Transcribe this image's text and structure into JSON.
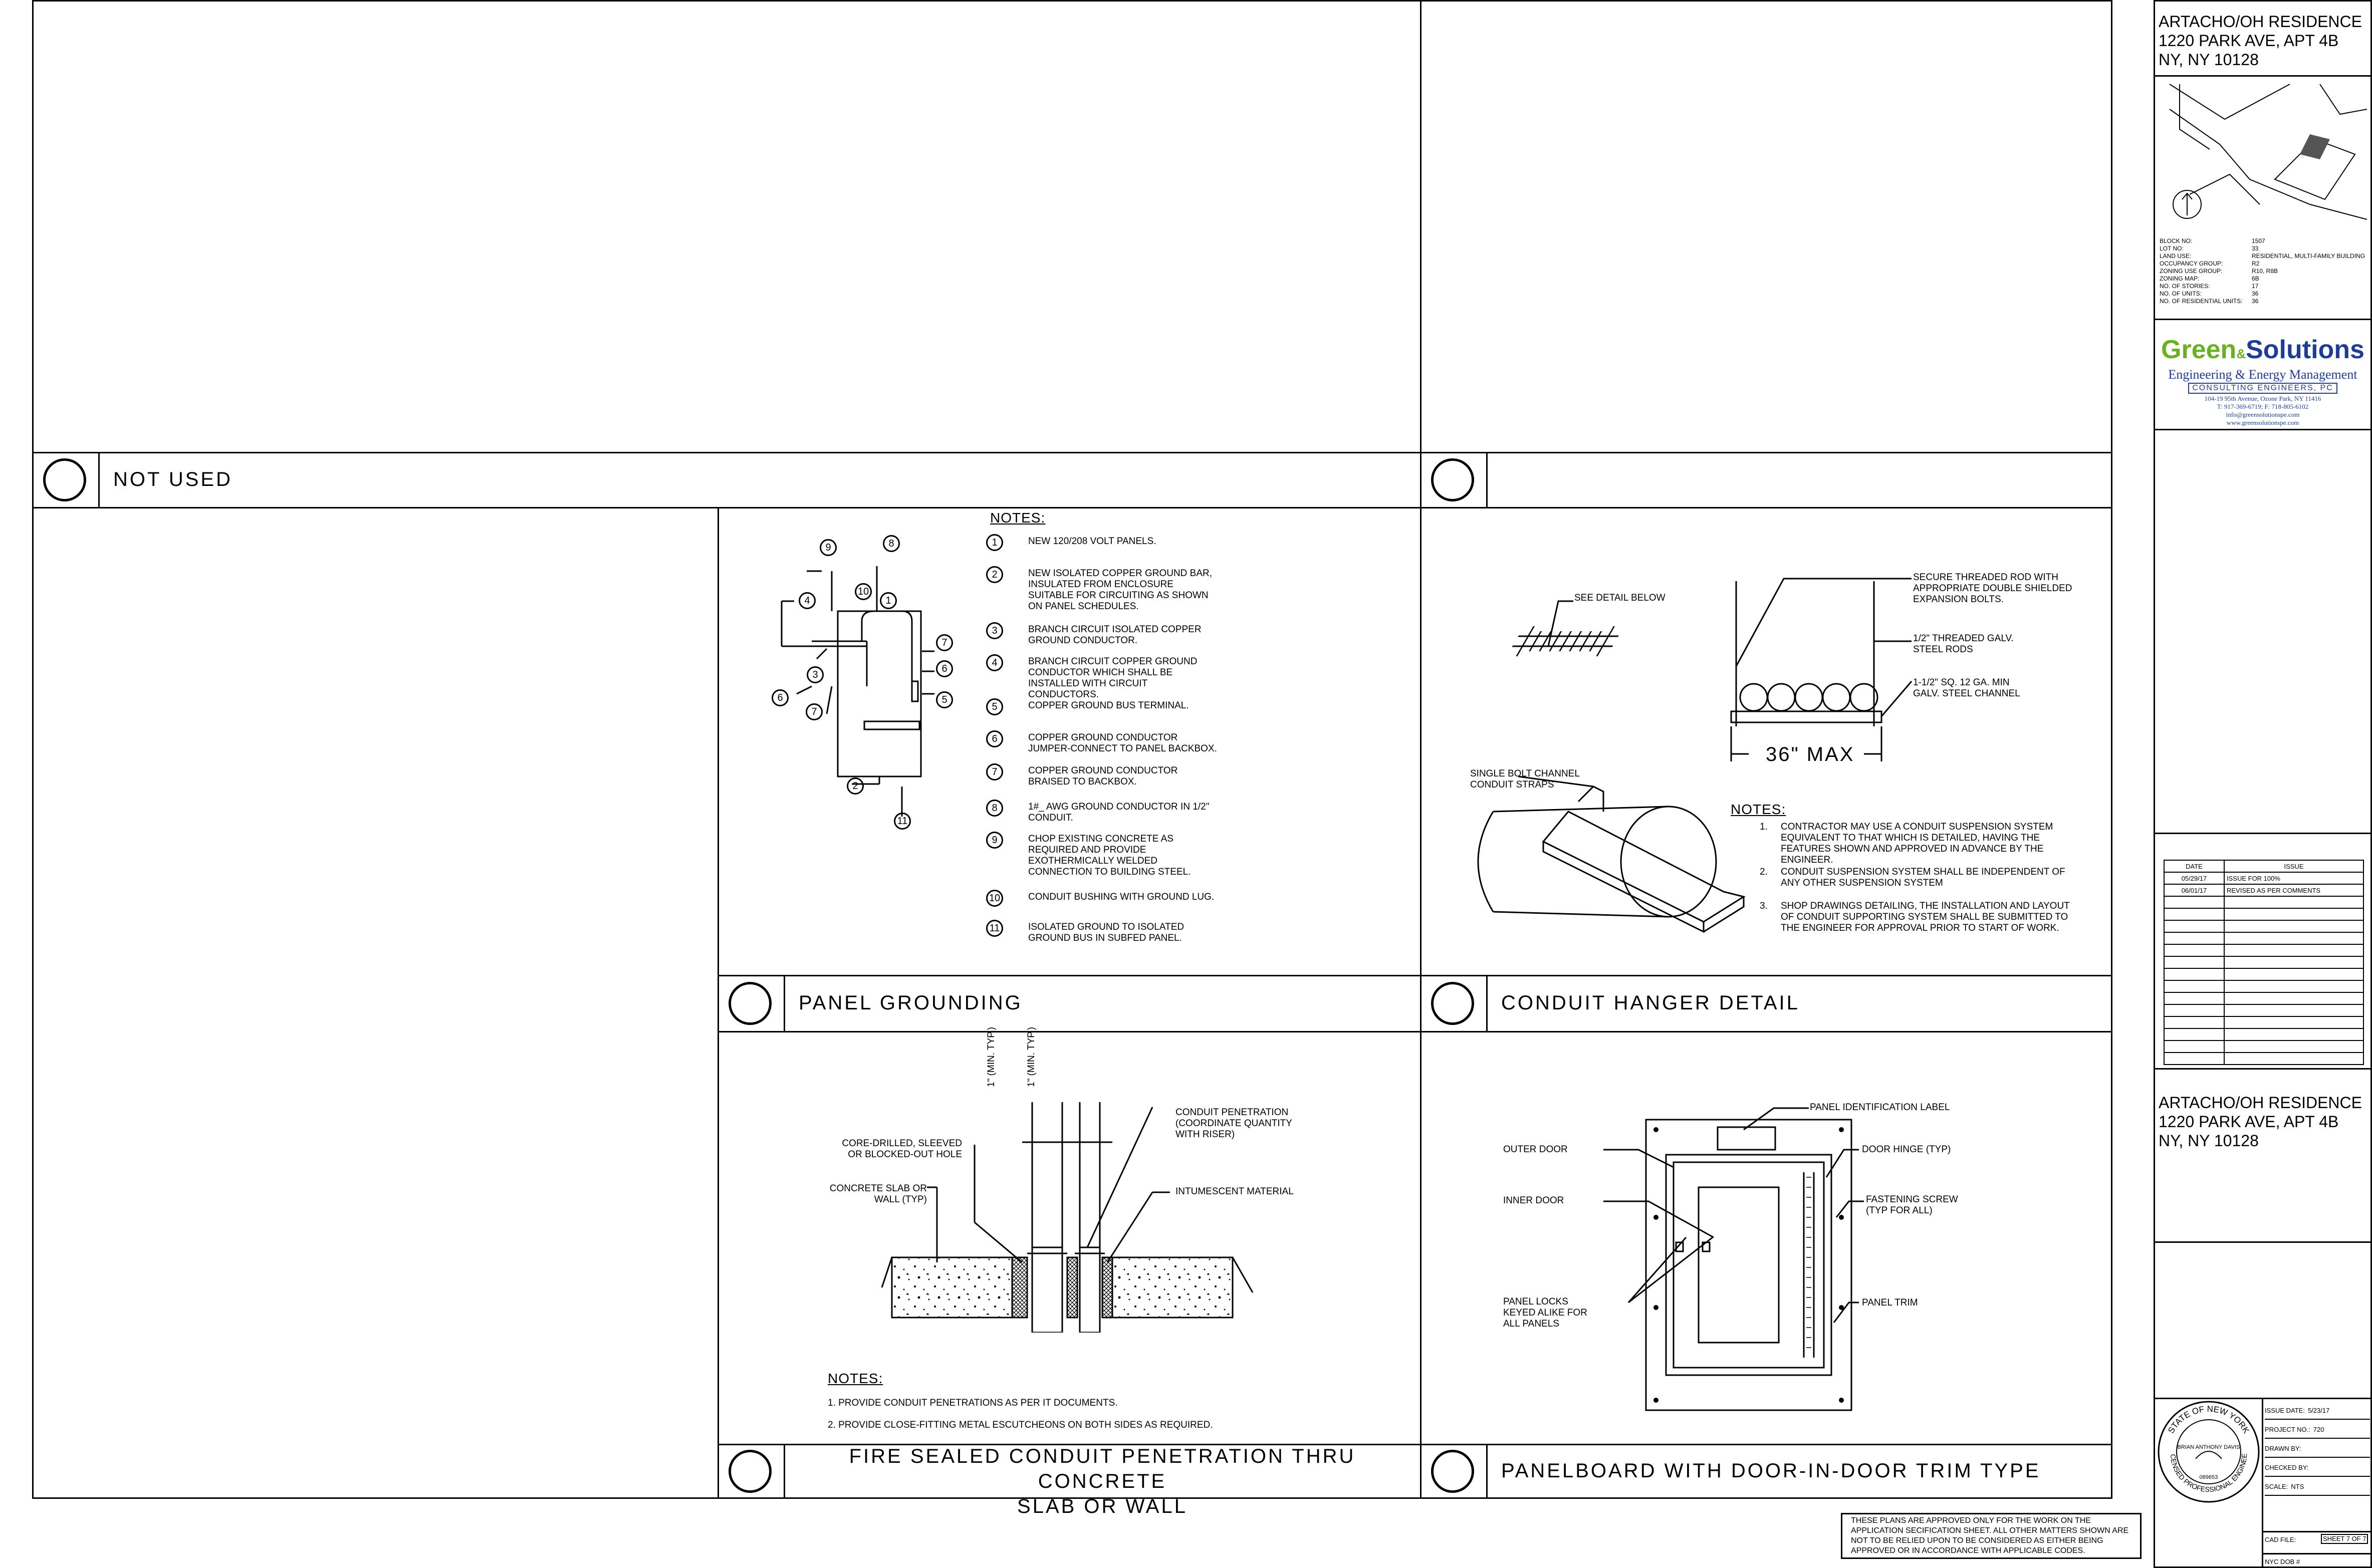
{
  "details": {
    "not_used": {
      "title": "NOT USED"
    },
    "blank": {
      "title": ""
    },
    "panel_grounding": {
      "title": "PANEL GROUNDING",
      "notes_heading": "NOTES:",
      "notes": [
        {
          "n": "1",
          "text": "NEW 120/208 VOLT PANELS."
        },
        {
          "n": "2",
          "text": "NEW ISOLATED COPPER GROUND BAR, INSULATED FROM ENCLOSURE SUITABLE FOR CIRCUITING AS SHOWN ON PANEL SCHEDULES."
        },
        {
          "n": "3",
          "text": "BRANCH CIRCUIT ISOLATED COPPER GROUND CONDUCTOR."
        },
        {
          "n": "4",
          "text": "BRANCH CIRCUIT COPPER GROUND CONDUCTOR WHICH SHALL BE INSTALLED WITH CIRCUIT CONDUCTORS."
        },
        {
          "n": "5",
          "text": "COPPER GROUND BUS TERMINAL."
        },
        {
          "n": "6",
          "text": "COPPER GROUND CONDUCTOR JUMPER-CONNECT TO PANEL BACKBOX."
        },
        {
          "n": "7",
          "text": "COPPER GROUND CONDUCTOR BRAISED TO BACKBOX."
        },
        {
          "n": "8",
          "text": "1#_ AWG GROUND CONDUCTOR IN 1/2\" CONDUIT."
        },
        {
          "n": "9",
          "text": "CHOP EXISTING CONCRETE AS REQUIRED AND PROVIDE EXOTHERMICALLY WELDED CONNECTION TO BUILDING STEEL."
        },
        {
          "n": "10",
          "text": "CONDUIT BUSHING WITH GROUND LUG."
        },
        {
          "n": "11",
          "text": "ISOLATED GROUND TO ISOLATED GROUND BUS IN SUBFED PANEL."
        }
      ],
      "callouts": [
        "9",
        "8",
        "10",
        "1",
        "4",
        "7",
        "3",
        "6",
        "6",
        "5",
        "7",
        "2",
        "11"
      ]
    },
    "conduit_hanger": {
      "title": "CONDUIT HANGER DETAIL",
      "labels": {
        "see_detail": "SEE DETAIL BELOW",
        "secure_rod": "SECURE THREADED ROD WITH\nAPPROPRIATE DOUBLE SHIELDED\nEXPANSION BOLTS.",
        "threaded_rod": "1/2\" THREADED GALV.\nSTEEL RODS",
        "channel": "1-1/2\" SQ. 12 GA. MIN\nGALV. STEEL CHANNEL",
        "max": "36\" MAX",
        "straps": "SINGLE BOLT CHANNEL\nCONDUIT STRAPS"
      },
      "notes_heading": "NOTES:",
      "notes": [
        {
          "n": "1.",
          "text": "CONTRACTOR MAY USE A CONDUIT SUSPENSION SYSTEM EQUIVALENT TO THAT WHICH IS DETAILED, HAVING THE FEATURES SHOWN AND APPROVED IN ADVANCE BY THE ENGINEER."
        },
        {
          "n": "2.",
          "text": "CONDUIT SUSPENSION SYSTEM SHALL BE INDEPENDENT OF ANY OTHER SUSPENSION SYSTEM"
        },
        {
          "n": "3.",
          "text": "SHOP DRAWINGS DETAILING, THE INSTALLATION AND LAYOUT OF CONDUIT SUPPORTING SYSTEM SHALL BE SUBMITTED TO THE ENGINEER FOR APPROVAL PRIOR TO START OF WORK."
        }
      ]
    },
    "fire_sealed": {
      "title_line1": "FIRE SEALED CONDUIT PENETRATION THRU CONCRETE",
      "title_line2": "SLAB OR WALL",
      "labels": {
        "min1": "1\" (MIN. TYP.)",
        "min2": "1\" (MIN. TYP.)",
        "core": "CORE-DRILLED, SLEEVED\nOR BLOCKED-OUT HOLE",
        "penetration": "CONDUIT PENETRATION\n(COORDINATE QUANTITY\nWITH RISER)",
        "slab": "CONCRETE SLAB OR\nWALL (TYP)",
        "intumescent": "INTUMESCENT MATERIAL"
      },
      "notes_heading": "NOTES:",
      "notes": [
        "1. PROVIDE CONDUIT PENETRATIONS AS PER IT DOCUMENTS.",
        "2. PROVIDE CLOSE-FITTING METAL ESCUTCHEONS ON BOTH SIDES AS REQUIRED."
      ]
    },
    "panelboard": {
      "title": "PANELBOARD WITH DOOR-IN-DOOR TRIM TYPE",
      "labels": {
        "id_label": "PANEL IDENTIFICATION LABEL",
        "outer": "OUTER DOOR",
        "hinge": "DOOR HINGE (TYP)",
        "inner": "INNER DOOR",
        "screw": "FASTENING SCREW\n(TYP FOR ALL)",
        "locks": "PANEL LOCKS\nKEYED ALIKE FOR\nALL PANELS",
        "trim": "PANEL TRIM"
      }
    }
  },
  "approval_note": "THESE PLANS ARE APPROVED ONLY FOR THE WORK ON THE APPLICATION SECIFICATION SHEET. ALL OTHER MATTERS SHOWN ARE NOT TO BE RELIED UPON TO BE CONSIDERED AS EITHER BEING APPROVED OR IN ACCORDANCE WITH APPLICABLE CODES.",
  "title_block": {
    "project_line1": "ARTACHO/OH RESIDENCE",
    "project_line2": "1220 PARK AVE, APT 4B",
    "project_line3": "NY, NY 10128",
    "zoning": [
      {
        "k": "BLOCK NO:",
        "v": "1507"
      },
      {
        "k": "LOT NO:",
        "v": "33"
      },
      {
        "k": "LAND USE:",
        "v": "RESIDENTIAL, MULTI-FAMILY BUILDING"
      },
      {
        "k": "OCCUPANCY GROUP:",
        "v": "R2"
      },
      {
        "k": "ZONING USE GROUP:",
        "v": "R10, R8B"
      },
      {
        "k": "ZONING MAP:",
        "v": "6B"
      },
      {
        "k": "NO. OF STORIES:",
        "v": "17"
      },
      {
        "k": "NO. OF UNITS:",
        "v": "36"
      },
      {
        "k": "NO. OF RESIDENTIAL UNITS:",
        "v": "36"
      }
    ],
    "firm": {
      "green": "Green",
      "amp": "&",
      "solutions": "Solutions",
      "line2": "Engineering & Energy Management",
      "line3": "CONSULTING ENGINEERS, PC",
      "addr": "104-19 95th Avenue, Ozone Park, NY 11416",
      "phone": "T: 917-369-6719; F: 718-805-6102",
      "email": "info@greensolutionspe.com",
      "web": "www.greensolutionspe.com"
    },
    "rev_headers": {
      "date": "DATE",
      "issue": "ISSUE"
    },
    "revisions": [
      {
        "date": "05/29/17",
        "issue": "ISSUE FOR 100%"
      },
      {
        "date": "06/01/17",
        "issue": "REVISED AS PER COMMENTS"
      }
    ],
    "project_repeat_line1": "ARTACHO/OH RESIDENCE",
    "project_repeat_line2": "1220 PARK AVE, APT 4B",
    "project_repeat_line3": "NY, NY 10128",
    "stamp": {
      "top": "STATE OF NEW YORK",
      "name": "BRIAN ANTHONY DAVIS",
      "bottom": "LICENSED PROFESSIONAL ENGINEER",
      "num": "089653"
    },
    "meta": [
      {
        "k": "ISSUE DATE:",
        "v": "5/23/17"
      },
      {
        "k": "PROJECT NO.:",
        "v": "720"
      },
      {
        "k": "DRAWN BY:",
        "v": ""
      },
      {
        "k": "CHECKED BY:",
        "v": ""
      },
      {
        "k": "SCALE:",
        "v": "NTS"
      }
    ],
    "cad_file": "CAD FILE:",
    "sheet": "SHEET 7 OF 7",
    "dob": "NYC DOB #"
  }
}
